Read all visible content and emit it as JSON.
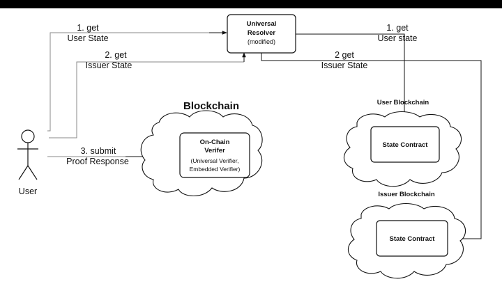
{
  "resolver": {
    "line1": "Universal",
    "line2": "Resolver",
    "line3": "(modified)"
  },
  "blockchain_title": "Blockchain",
  "verifier": {
    "line1": "On-Chain",
    "line2": "Verifer",
    "line3": "(Universal Verifier,",
    "line4": "Embedded Verifier)"
  },
  "user_blockchain": {
    "title": "User Blockchain",
    "contract": "State Contract"
  },
  "issuer_blockchain": {
    "title": "Issuer Blockchain",
    "contract": "State Contract"
  },
  "actor": {
    "label": "User"
  },
  "edges": {
    "get_user_state_left": {
      "line1": "1. get",
      "line2": "User State"
    },
    "get_issuer_state_left": {
      "line1": "2. get",
      "line2": "Issuer State"
    },
    "get_user_state_right": {
      "line1": "1. get",
      "line2": "User state"
    },
    "get_issuer_state_right": {
      "line1": "2 get",
      "line2": "Issuer State"
    },
    "submit_proof": {
      "line1": "3. submit",
      "line2": "Proof Response"
    }
  }
}
